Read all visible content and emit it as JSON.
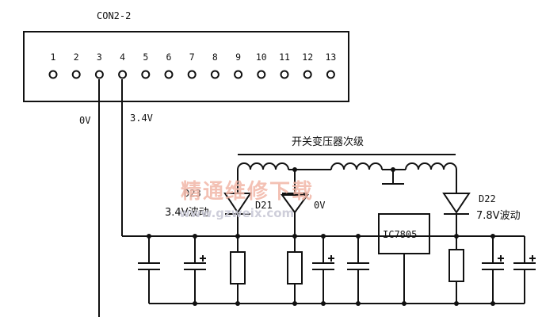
{
  "connector": {
    "title": "CON2-2",
    "pins": [
      "1",
      "2",
      "3",
      "4",
      "5",
      "6",
      "7",
      "8",
      "9",
      "10",
      "11",
      "12",
      "13"
    ]
  },
  "labels": {
    "pin3_voltage": "0V",
    "pin4_voltage": "3.4V",
    "transformer_secondary": "开关变压器次级",
    "d23_name": "D23",
    "d23_voltage": "3.4V波动",
    "d21_name": "D21",
    "d21_voltage": "0V",
    "regulator": "IC7805",
    "d22_name": "D22",
    "d22_voltage": "7.8V波动"
  },
  "watermark": {
    "text": "精通维修下载",
    "url": "www.gzweix.com"
  }
}
